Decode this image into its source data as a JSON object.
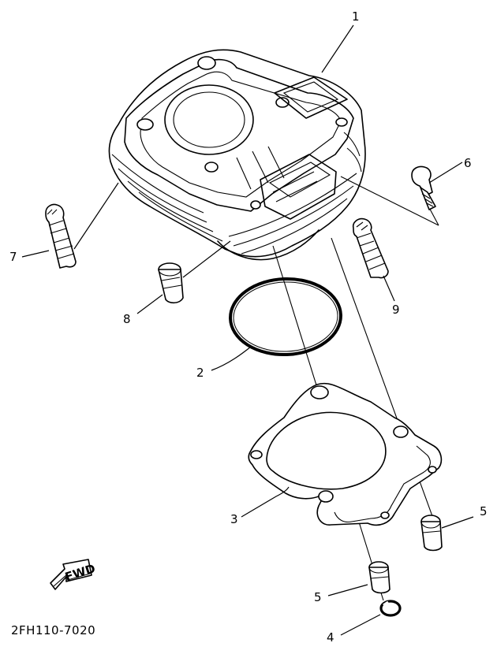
{
  "diagram": {
    "drawing_code": "2FH110-7020",
    "fwd_marker": "FWD",
    "callouts": [
      {
        "id": "cylinder",
        "label": "1"
      },
      {
        "id": "o-ring",
        "label": "2"
      },
      {
        "id": "cylinder-gasket",
        "label": "3"
      },
      {
        "id": "clip",
        "label": "4"
      },
      {
        "id": "dowel-pin-right",
        "label": "5"
      },
      {
        "id": "dowel-pin-left",
        "label": "5"
      },
      {
        "id": "bolt",
        "label": "6"
      },
      {
        "id": "stud-bolt-left",
        "label": "7"
      },
      {
        "id": "dowel-pin-upper",
        "label": "8"
      },
      {
        "id": "stud-bolt-right",
        "label": "9"
      }
    ]
  }
}
